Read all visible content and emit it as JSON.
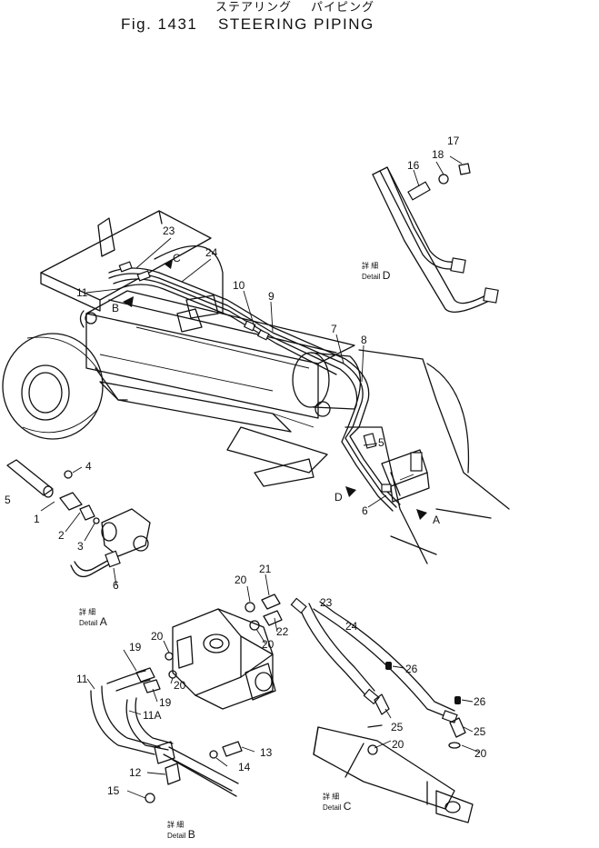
{
  "header": {
    "jp_steering": "ステアリング",
    "jp_piping": "パイピング",
    "fig": "Fig. 1431",
    "title": "STEERING  PIPING"
  },
  "details": {
    "a": {
      "jp": "詳 細",
      "text": "Detail",
      "letter": "A"
    },
    "b": {
      "jp": "詳 細",
      "text": "Detail",
      "letter": "B"
    },
    "c": {
      "jp": "詳 細",
      "text": "Detail",
      "letter": "C"
    },
    "d": {
      "jp": "詳 細",
      "text": "Detail",
      "letter": "D"
    }
  },
  "view_marks": {
    "a": "A",
    "b": "B",
    "c": "C",
    "d": "D"
  },
  "callouts": {
    "c1": "1",
    "c2": "2",
    "c3": "3",
    "c4": "4",
    "c5a": "5",
    "c5b": "5",
    "c6a": "6",
    "c6b": "6",
    "c7": "7",
    "c8": "8",
    "c9": "9",
    "c10": "10",
    "c11a": "11",
    "c11b": "11",
    "c11A": "11A",
    "c12": "12",
    "c13": "13",
    "c14": "14",
    "c15": "15",
    "c16": "16",
    "c17": "17",
    "c18": "18",
    "c19a": "19",
    "c19b": "19",
    "c20a": "20",
    "c20b": "20",
    "c20c": "20",
    "c20d": "20",
    "c20e": "20",
    "c20f": "20",
    "c21": "21",
    "c22": "22",
    "c23a": "23",
    "c23b": "23",
    "c24a": "24",
    "c24b": "24",
    "c25a": "25",
    "c25b": "25",
    "c26a": "26",
    "c26b": "26"
  }
}
